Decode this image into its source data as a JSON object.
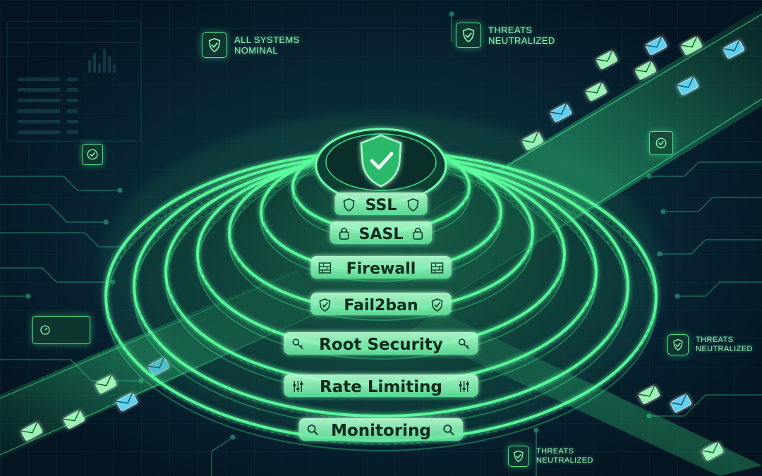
{
  "layers": [
    {
      "id": "ssl",
      "label": "SSL",
      "icon": "shield-icon"
    },
    {
      "id": "sasl",
      "label": "SASL",
      "icon": "lock-icon"
    },
    {
      "id": "firewall",
      "label": "Firewall",
      "icon": "brick-wall-icon"
    },
    {
      "id": "fail2ban",
      "label": "Fail2ban",
      "icon": "shield-check-icon"
    },
    {
      "id": "root-security",
      "label": "Root Security",
      "icon": "key-icon"
    },
    {
      "id": "rate-limiting",
      "label": "Rate Limiting",
      "icon": "sliders-icon"
    },
    {
      "id": "monitoring",
      "label": "Monitoring",
      "icon": "magnifier-icon"
    }
  ],
  "status_cards": {
    "nominal": {
      "line1": "ALL SYSTEMS",
      "line2": "NOMINAL",
      "icon": "shield-check-icon"
    },
    "threats_top": {
      "line1": "THREATS",
      "line2": "NEUTRALIZED",
      "icon": "shield-check-icon"
    },
    "threats_right": {
      "line1": "THREATS",
      "line2": "NEUTRALIZED",
      "icon": "shield-check-icon"
    },
    "threats_bottom": {
      "line1": "THREATS",
      "line2": "NEUTRALIZED",
      "icon": "shield-check-icon"
    }
  },
  "center_icon": "shield-check-icon",
  "colors": {
    "background": "#061a26",
    "glow": "#3df08a",
    "ring": "#5bff9e",
    "label_text": "#0a2a1e",
    "circuit": "#2fbf8a",
    "envelope": "#9dffb8",
    "envelope_alt": "#5fd6ff"
  }
}
